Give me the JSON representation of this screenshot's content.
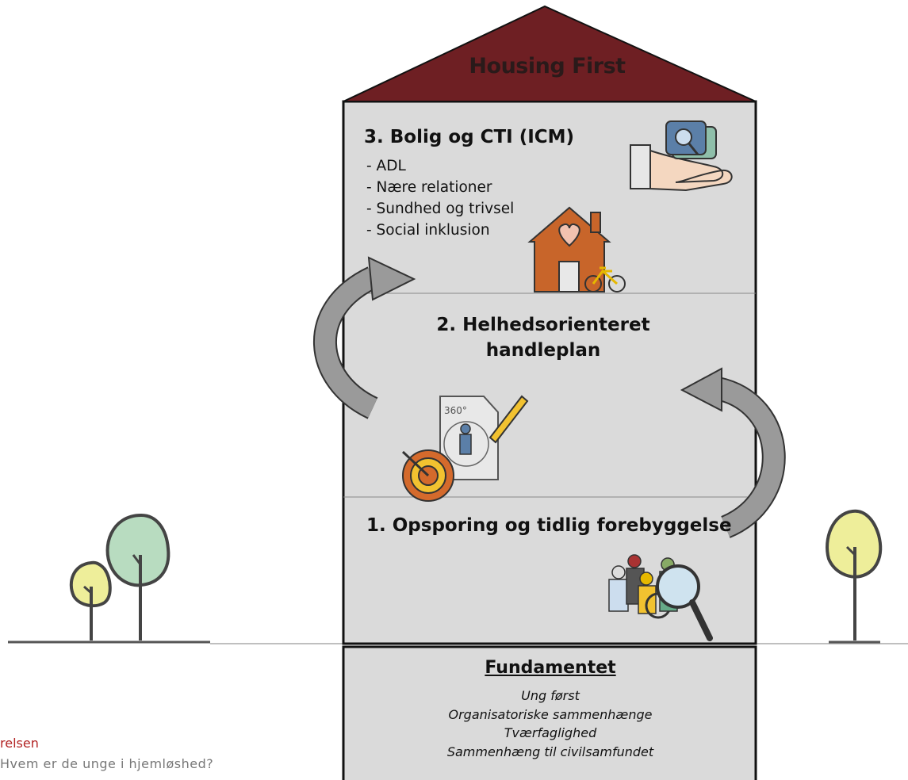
{
  "roof": {
    "title": "Housing First"
  },
  "section3": {
    "title": "3. Bolig og CTI (ICM)",
    "items": [
      "- ADL",
      "- Nære relationer",
      "- Sundhed og trivsel",
      "- Social inklusion"
    ]
  },
  "section2": {
    "title_line1": "2. Helhedsorienteret",
    "title_line2": "handleplan",
    "icon_text": "360°"
  },
  "section1": {
    "title": "1. Opsporing og tidlig forebyggelse"
  },
  "foundation": {
    "title": "Fundamentet",
    "items": [
      "Ung først",
      "Organisatoriske sammenhænge",
      "Tværfaglighed",
      "Sammenhæng til civilsamfundet"
    ]
  },
  "footer": {
    "org_fragment": "relsen",
    "subtitle": "Hvem er de unge i hjemløshed?"
  },
  "colors": {
    "roof": "#6e1f23",
    "wall": "#dadada",
    "house_icon": "#c8652a",
    "tree_green": "#b8dcc0",
    "tree_yellow": "#eeee9a",
    "arrow": "#9a9a9a",
    "footer_red": "#b22222"
  },
  "icons": [
    "hand-with-gears-icon",
    "house-with-heart-icon",
    "bicycle-icon",
    "target-plan-icon",
    "people-magnifier-icon",
    "tree-icon"
  ]
}
